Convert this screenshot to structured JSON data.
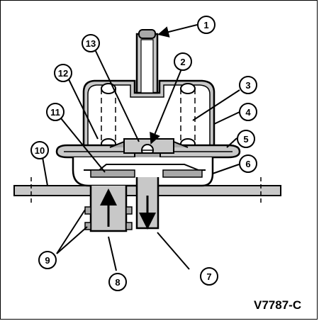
{
  "figure": {
    "id": "V7787-C",
    "callouts": [
      "1",
      "2",
      "3",
      "4",
      "5",
      "6",
      "7",
      "8",
      "9",
      "10",
      "11",
      "12",
      "13"
    ]
  },
  "colors": {
    "outline": "#000000",
    "fill_light": "#c8c8c8",
    "fill_mid": "#a8a8a8",
    "background": "#ffffff"
  }
}
